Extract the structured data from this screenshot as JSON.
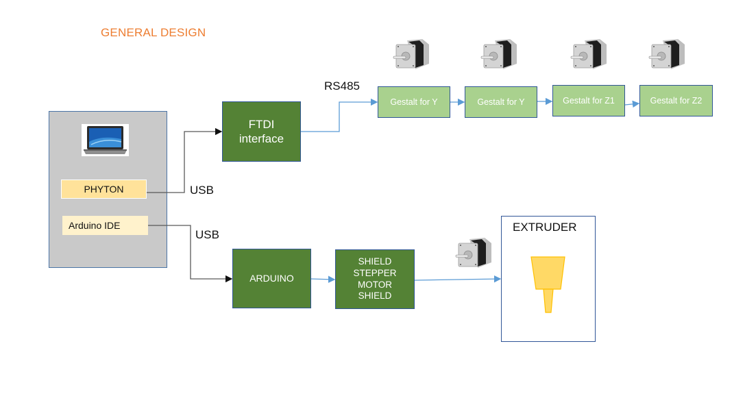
{
  "title": "GENERAL DESIGN",
  "computer": {
    "icon": "laptop-icon",
    "software": [
      {
        "label": "PHYTON"
      },
      {
        "label": "Arduino IDE"
      }
    ]
  },
  "connections": {
    "usb_top": "USB",
    "usb_bottom": "USB",
    "rs485": "RS485"
  },
  "ftdi": {
    "line1": "FTDI",
    "line2": "interface"
  },
  "gestalt_nodes": [
    {
      "label": "Gestalt for Y",
      "motor_icon": "stepper-motor-icon"
    },
    {
      "label": "Gestalt for Y",
      "motor_icon": "stepper-motor-icon"
    },
    {
      "label": "Gestalt for Z1",
      "motor_icon": "stepper-motor-icon"
    },
    {
      "label": "Gestalt for Z2",
      "motor_icon": "stepper-motor-icon"
    }
  ],
  "arduino": {
    "label": "ARDUINO"
  },
  "shield": {
    "lines": [
      "SHIELD",
      "STEPPER",
      "MOTOR",
      "SHIELD"
    ]
  },
  "extruder": {
    "label": "EXTRUDER",
    "icon": "nozzle-icon"
  },
  "colors": {
    "title": "#ED7D31",
    "dark_green": "#548235",
    "light_green": "#A9D18E",
    "border_blue": "#2F5597",
    "rs485_line": "#5B9BD5",
    "usb_line": "#595959",
    "phyton_fill": "#FFE29A",
    "ide_fill": "#FFF2CC",
    "pc_fill": "#C9C9C9",
    "nozzle": "#FFD966"
  }
}
